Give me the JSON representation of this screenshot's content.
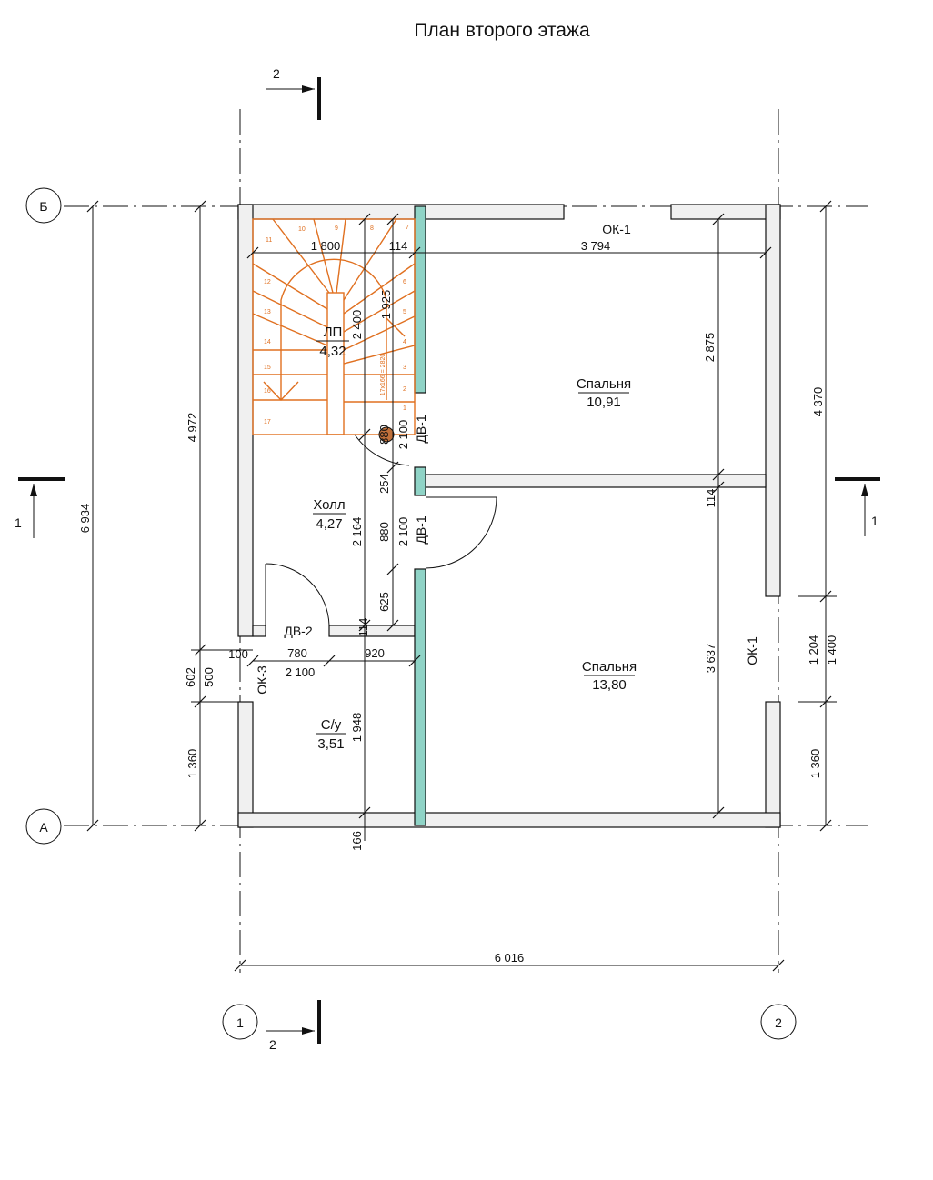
{
  "title": "План второго этажа",
  "axes": {
    "b": "Б",
    "a": "А",
    "one": "1",
    "two": "2"
  },
  "sections": {
    "top": "2",
    "bottom": "2",
    "left": "1",
    "right": "1"
  },
  "rooms": [
    {
      "name": "ЛП",
      "area": "4,32"
    },
    {
      "name": "Спальня",
      "area": "10,91"
    },
    {
      "name": "Холл",
      "area": "4,27"
    },
    {
      "name": "Спальня",
      "area": "13,80"
    },
    {
      "name": "С/у",
      "area": "3,51"
    }
  ],
  "labels": {
    "ok1_top": "ОК-1",
    "ok1_right": "ОК-1",
    "ok3": "ОК-3",
    "dv1_upper": "ДВ-1",
    "dv1_lower": "ДВ-1",
    "dv2": "ДВ-2"
  },
  "stairs": {
    "steps": [
      "1",
      "2",
      "3",
      "4",
      "5",
      "6",
      "7",
      "8",
      "9",
      "10",
      "11",
      "12",
      "13",
      "14",
      "15",
      "16",
      "17"
    ],
    "rise_note": "17х166 = 2820"
  },
  "dims": [
    "1 800",
    "114",
    "3 794",
    "2 875",
    "4 370",
    "4 972",
    "6 934",
    "2 400",
    "1 925",
    "880",
    "2 100",
    "254",
    "114",
    "2 164",
    "880",
    "2 100",
    "625",
    "114",
    "100",
    "780",
    "920",
    "2 100",
    "602",
    "500",
    "1 360",
    "1 948",
    "3 637",
    "1 204",
    "1 400",
    "1 360",
    "166",
    "6 016"
  ]
}
